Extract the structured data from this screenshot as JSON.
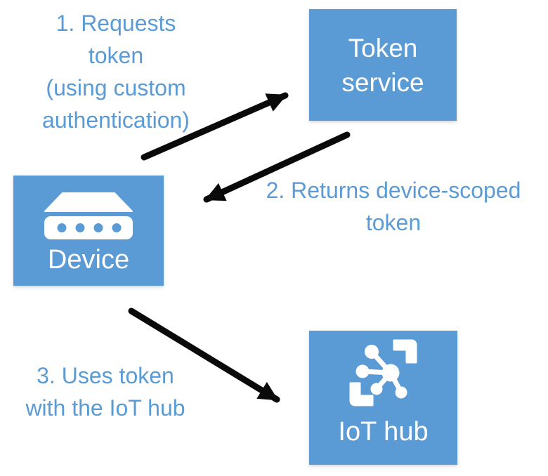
{
  "diagram": {
    "description": "Token service authentication flow diagram"
  },
  "steps": {
    "step1": "1. Requests\ntoken\n(using custom\nauthentication)",
    "step2": "2. Returns device-scoped\ntoken",
    "step3": "3. Uses token\nwith the IoT hub"
  },
  "nodes": {
    "token_service": "Token\nservice",
    "device": "Device",
    "iot_hub": "IoT hub"
  },
  "arrows": [
    {
      "name": "request-token-arrow",
      "from": "device",
      "to": "token-service",
      "step": "1"
    },
    {
      "name": "return-token-arrow",
      "from": "token-service",
      "to": "device",
      "step": "2"
    },
    {
      "name": "use-token-arrow",
      "from": "device",
      "to": "iot-hub",
      "step": "3"
    }
  ],
  "colors": {
    "accent_blue": "#5B9BD5",
    "text_blue": "#5B9BD5",
    "arrow_black": "#0A0A0A",
    "node_text": "#FFFFFF",
    "background": "#FFFFFF"
  }
}
